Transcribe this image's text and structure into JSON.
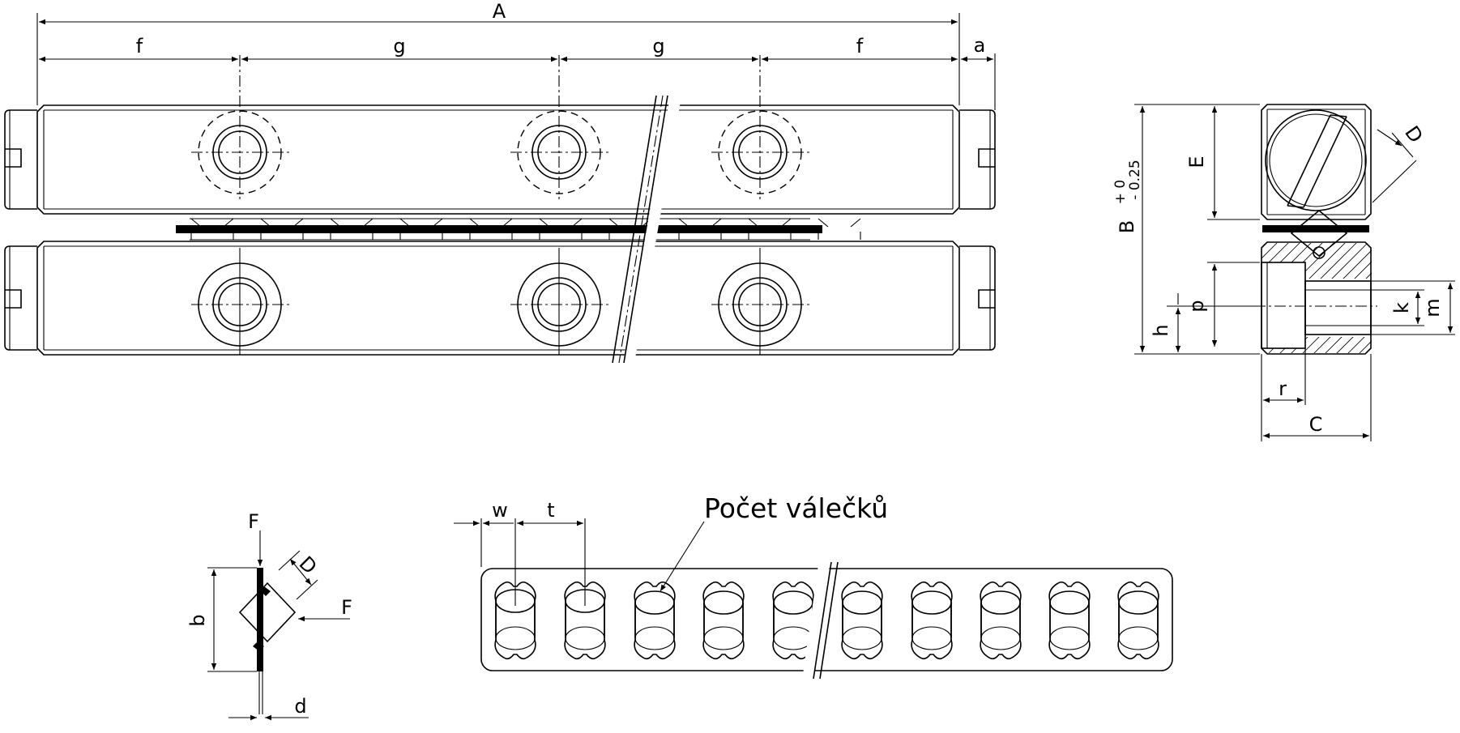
{
  "labels": {
    "A": "A",
    "f_left": "f",
    "g_left": "g",
    "g_right": "g",
    "f_right": "f",
    "a": "a",
    "E": "E",
    "D_side": "D",
    "B_main": "B",
    "B_tol_upper": "+ 0",
    "B_tol_lower": "- 0.25",
    "p": "p",
    "h": "h",
    "k": "k",
    "m": "m",
    "r": "r",
    "C": "C",
    "F_top": "F",
    "F_side": "F",
    "D_small": "D",
    "b": "b",
    "d": "d",
    "w": "w",
    "t": "t",
    "roller_count": "Počet válečků"
  },
  "colors": {
    "line": "#000000",
    "background": "#ffffff"
  }
}
